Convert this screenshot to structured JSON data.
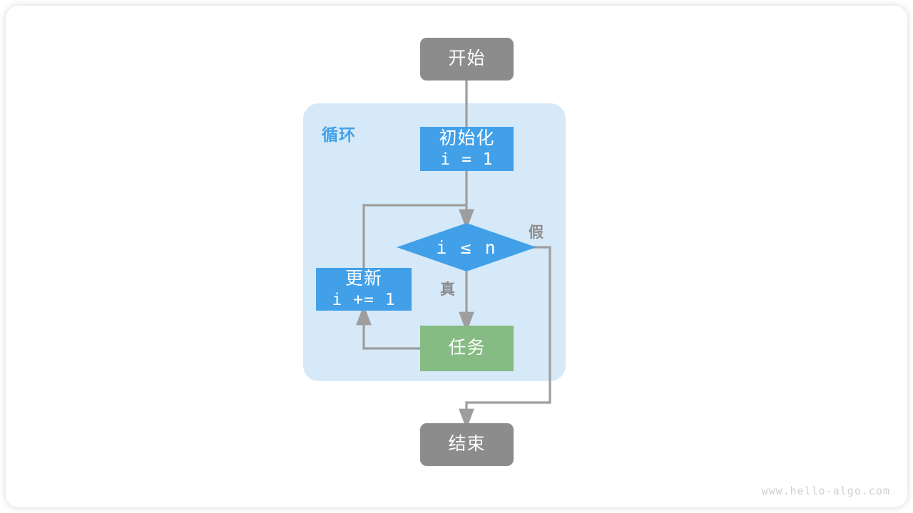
{
  "diagram": {
    "title_watermark": "www.hello-algo.com",
    "colors": {
      "terminal_gray": "#8c8c8c",
      "process_blue": "#41a0e8",
      "task_green": "#86bb84",
      "loop_container_bg": "#d6e9f8",
      "edge_gray": "#9e9e9e",
      "label_blue": "#41a0e8",
      "watermark_gray": "#cfcfcf",
      "page_bg": "#ffffff"
    },
    "nodes": {
      "start": {
        "label": "开始",
        "type": "terminal"
      },
      "loop_container": {
        "label": "循环",
        "type": "group"
      },
      "init": {
        "label": "初始化",
        "expr": "i = 1",
        "type": "process"
      },
      "condition": {
        "expr": "i ≤ n",
        "type": "decision"
      },
      "update": {
        "label": "更新",
        "expr": "i += 1",
        "type": "process"
      },
      "task": {
        "label": "任务",
        "type": "task"
      },
      "end": {
        "label": "结束",
        "type": "terminal"
      }
    },
    "edge_labels": {
      "true": "真",
      "false": "假"
    }
  }
}
